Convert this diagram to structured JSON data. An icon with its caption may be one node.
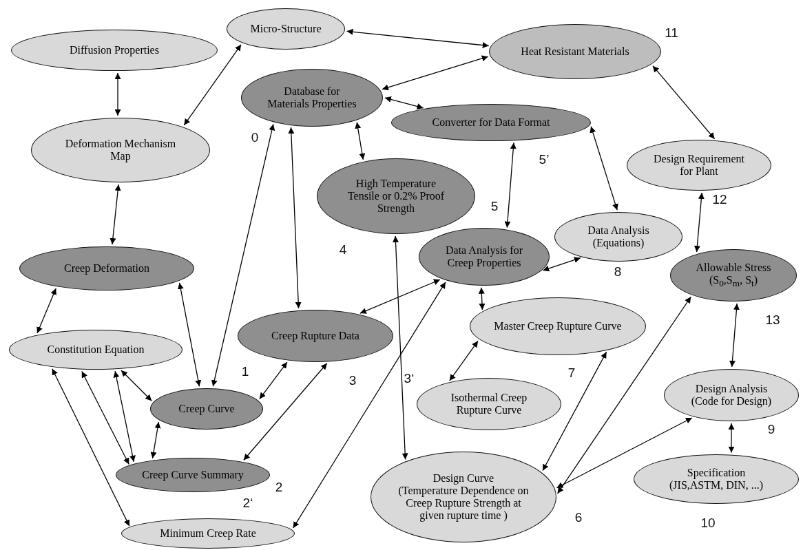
{
  "diagram": {
    "nodes": [
      {
        "text": [
          "Micro-Structure"
        ]
      },
      {
        "text": [
          "Diffusion Properties"
        ]
      },
      {
        "text": [
          "Heat Resistant Materials"
        ],
        "beside": [
          "11"
        ]
      },
      {
        "text": [
          "Database for Materials Properties"
        ],
        "beside": [
          "0"
        ]
      },
      {
        "text": [
          "Converter for Data Format"
        ],
        "beside": [
          "5’"
        ]
      },
      {
        "text": [
          "Deformation Mechanism Map"
        ]
      },
      {
        "text": [
          "Design Requirement for Plant"
        ],
        "beside": [
          "12"
        ]
      },
      {
        "text": [
          "High Temperature Tensile or 0.2% Proof Strength"
        ],
        "beside": [
          "4"
        ]
      },
      {
        "text": [
          "Data Analysis (Equations)"
        ],
        "beside": [
          "8"
        ]
      },
      {
        "text": [
          "Creep Deformation"
        ]
      },
      {
        "text": [
          "Data Analysis for Creep Properties"
        ],
        "beside": [
          "5"
        ]
      },
      {
        "text": [
          "Allowable Stress (S$_{0}$,S$_{m}$, S$_{t}$)"
        ],
        "beside": [
          "13"
        ]
      },
      {
        "text": [
          "Creep Rupture Data"
        ],
        "beside": [
          "3"
        ]
      },
      {
        "text": [
          "Master Creep Rupture Curve"
        ],
        "beside": [
          "7"
        ]
      },
      {
        "text": [
          "Constitution Equation"
        ]
      },
      {
        "text": [
          "Creep Curve"
        ]
      },
      {
        "text": [
          "Isothermal Creep Rupture Curve"
        ],
        "beside": [
          "3‘"
        ]
      },
      {
        "text": [
          "Design Analysis (Code for Design)"
        ],
        "beside": [
          "9"
        ]
      },
      {
        "text": [
          "Creep Curve Summary"
        ],
        "beside": [
          "2"
        ]
      },
      {
        "text": [
          "Design Curve",
          "(Temperature Dependence on Creep Rupture Strength at given rupture time )"
        ],
        "beside": [
          "6"
        ]
      },
      {
        "text": [
          "Specification (JIS,ASTM, DIN, ...)"
        ],
        "beside": [
          "10"
        ]
      },
      {
        "text": [
          "Minimum Creep Rate"
        ],
        "beside": [
          "2‘"
        ]
      }
    ],
    "edges": [
      {
        "from": 0,
        "to": 2,
        "arrow": "both"
      },
      {
        "from": 0,
        "to": 5,
        "arrow": "both"
      },
      {
        "from": 1,
        "to": 5,
        "arrow": "both"
      },
      {
        "from": 2,
        "to": 3,
        "arrow": "both"
      },
      {
        "from": 3,
        "to": 4,
        "arrow": "both"
      },
      {
        "from": 2,
        "to": 6,
        "arrow": "both"
      },
      {
        "from": 3,
        "to": 7,
        "arrow": "both"
      },
      {
        "from": 4,
        "to": 10,
        "arrow": "both"
      },
      {
        "from": 4,
        "to": 8,
        "arrow": "both"
      },
      {
        "from": 6,
        "to": 11,
        "arrow": "both"
      },
      {
        "from": 5,
        "to": 9,
        "arrow": "both"
      },
      {
        "from": 3,
        "to": 15,
        "arrow": "both"
      },
      {
        "from": 3,
        "to": 12,
        "arrow": "both"
      },
      {
        "from": 7,
        "to": 19,
        "arrow": "both"
      },
      {
        "from": 10,
        "to": 12,
        "arrow": "both"
      },
      {
        "from": 10,
        "to": 21,
        "arrow": "both"
      },
      {
        "from": 10,
        "to": 13,
        "arrow": "both"
      },
      {
        "from": 10,
        "to": 8,
        "arrow": "both"
      },
      {
        "from": 11,
        "to": 17,
        "arrow": "both"
      },
      {
        "from": 11,
        "to": 19,
        "arrow": "both"
      },
      {
        "from": 13,
        "to": 16,
        "arrow": "both"
      },
      {
        "from": 13,
        "to": 19,
        "arrow": "both"
      },
      {
        "from": 17,
        "to": 19,
        "arrow": "both"
      },
      {
        "from": 17,
        "to": 20,
        "arrow": "both"
      },
      {
        "from": 9,
        "to": 14,
        "arrow": "both"
      },
      {
        "from": 9,
        "to": 15,
        "arrow": "both"
      },
      {
        "from": 12,
        "to": 15,
        "arrow": "both"
      },
      {
        "from": 12,
        "to": 18,
        "arrow": "both"
      },
      {
        "from": 14,
        "to": 15,
        "arrow": "both"
      },
      {
        "from": 14,
        "to": 21,
        "arrow": "both"
      },
      {
        "from": 14,
        "to": 18,
        "arrow": "both"
      },
      {
        "from": 14,
        "to": 18,
        "arrow": "both"
      },
      {
        "from": 15,
        "to": 18,
        "arrow": "both"
      }
    ],
    "labels": [
      "1"
    ]
  }
}
